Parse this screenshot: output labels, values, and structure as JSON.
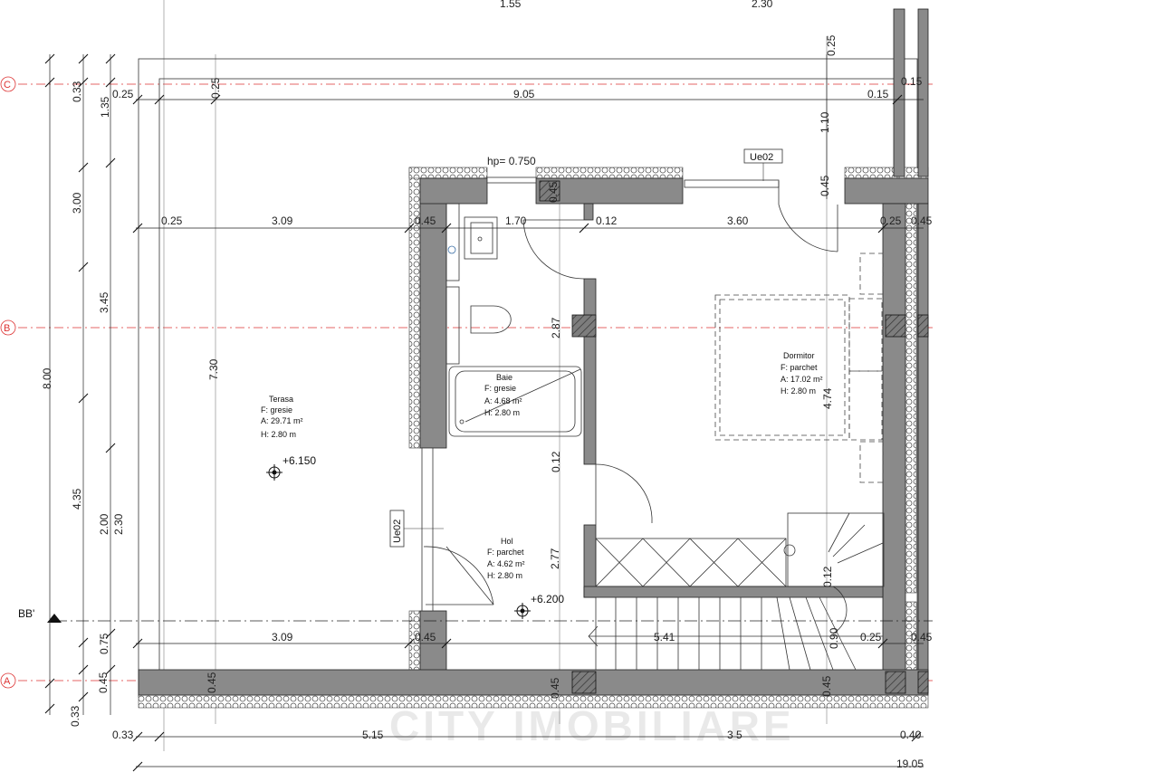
{
  "colors": {
    "wall": "#8a8a8a",
    "insulation": "#cfcfcf",
    "axis": "#dd3333",
    "line": "#222222"
  },
  "axes": {
    "c": "C",
    "b": "B",
    "a": "A"
  },
  "section_marker": "BB'",
  "watermark": "CITY IMOBILIARE",
  "top_dims": {
    "d1": "1.55",
    "d2": "2.30",
    "d3": "0.25",
    "d4": "0.25",
    "d5": "9.05",
    "d6": "0.15",
    "d7": "0.15",
    "d8": "1.10",
    "d9": "0.45",
    "d10": "0.40"
  },
  "left_dims": {
    "l1": "0.33",
    "l2": "1.35",
    "l3": "3.00",
    "l4": "3.45",
    "l5": "8.00",
    "l6": "7.30",
    "l7": "4.35",
    "l8": "2.00",
    "l9": "2.30",
    "l10": "0.75",
    "l11": "0.45",
    "l12": "0.33",
    "l13": "0.45"
  },
  "row_dims": {
    "r1": "0.25",
    "r2": "3.09",
    "r3": "0.45",
    "r4": "1.70",
    "r5": "0.12",
    "r6": "3.60",
    "r7": "0.25",
    "r8": "0.45"
  },
  "bottom_row": {
    "b1": "3.09",
    "b2": "0.45",
    "b3": "5.41",
    "b4": "0.90",
    "b5": "0.25",
    "b6": "0.45"
  },
  "base_row": {
    "s1": "0.45",
    "s2": "0.45",
    "s3": "0.45"
  },
  "bottom_dims": {
    "e1": "0.33",
    "e2": "5.15",
    "e3": "3 5",
    "e4": "0.40",
    "e5": "19.05"
  },
  "inner_dims": {
    "i1": "2.87",
    "i2": "4.74",
    "i3": "0.12",
    "i4": "2.77",
    "i5": "0.12"
  },
  "hp": "hp= 0.750",
  "windows": {
    "w1": "Ue02",
    "w2": "Ue02"
  },
  "rooms": {
    "terasa": {
      "name": "Terasa",
      "floor": "F: gresie",
      "area": "A: 29.71 m²",
      "height": "H: 2.80 m"
    },
    "baie": {
      "name": "Baie",
      "floor": "F: gresie",
      "area": "A: 4.68 m²",
      "height": "H: 2.80 m"
    },
    "dormitor": {
      "name": "Dormitor",
      "floor": "F: parchet",
      "area": "A: 17.02 m²",
      "height": "H: 2.80 m"
    },
    "hol": {
      "name": "Hol",
      "floor": "F: parchet",
      "area": "A: 4.62 m²",
      "height": "H: 2.80 m"
    }
  },
  "levels": {
    "terasa": "+6.150",
    "hol": "+6.200"
  }
}
